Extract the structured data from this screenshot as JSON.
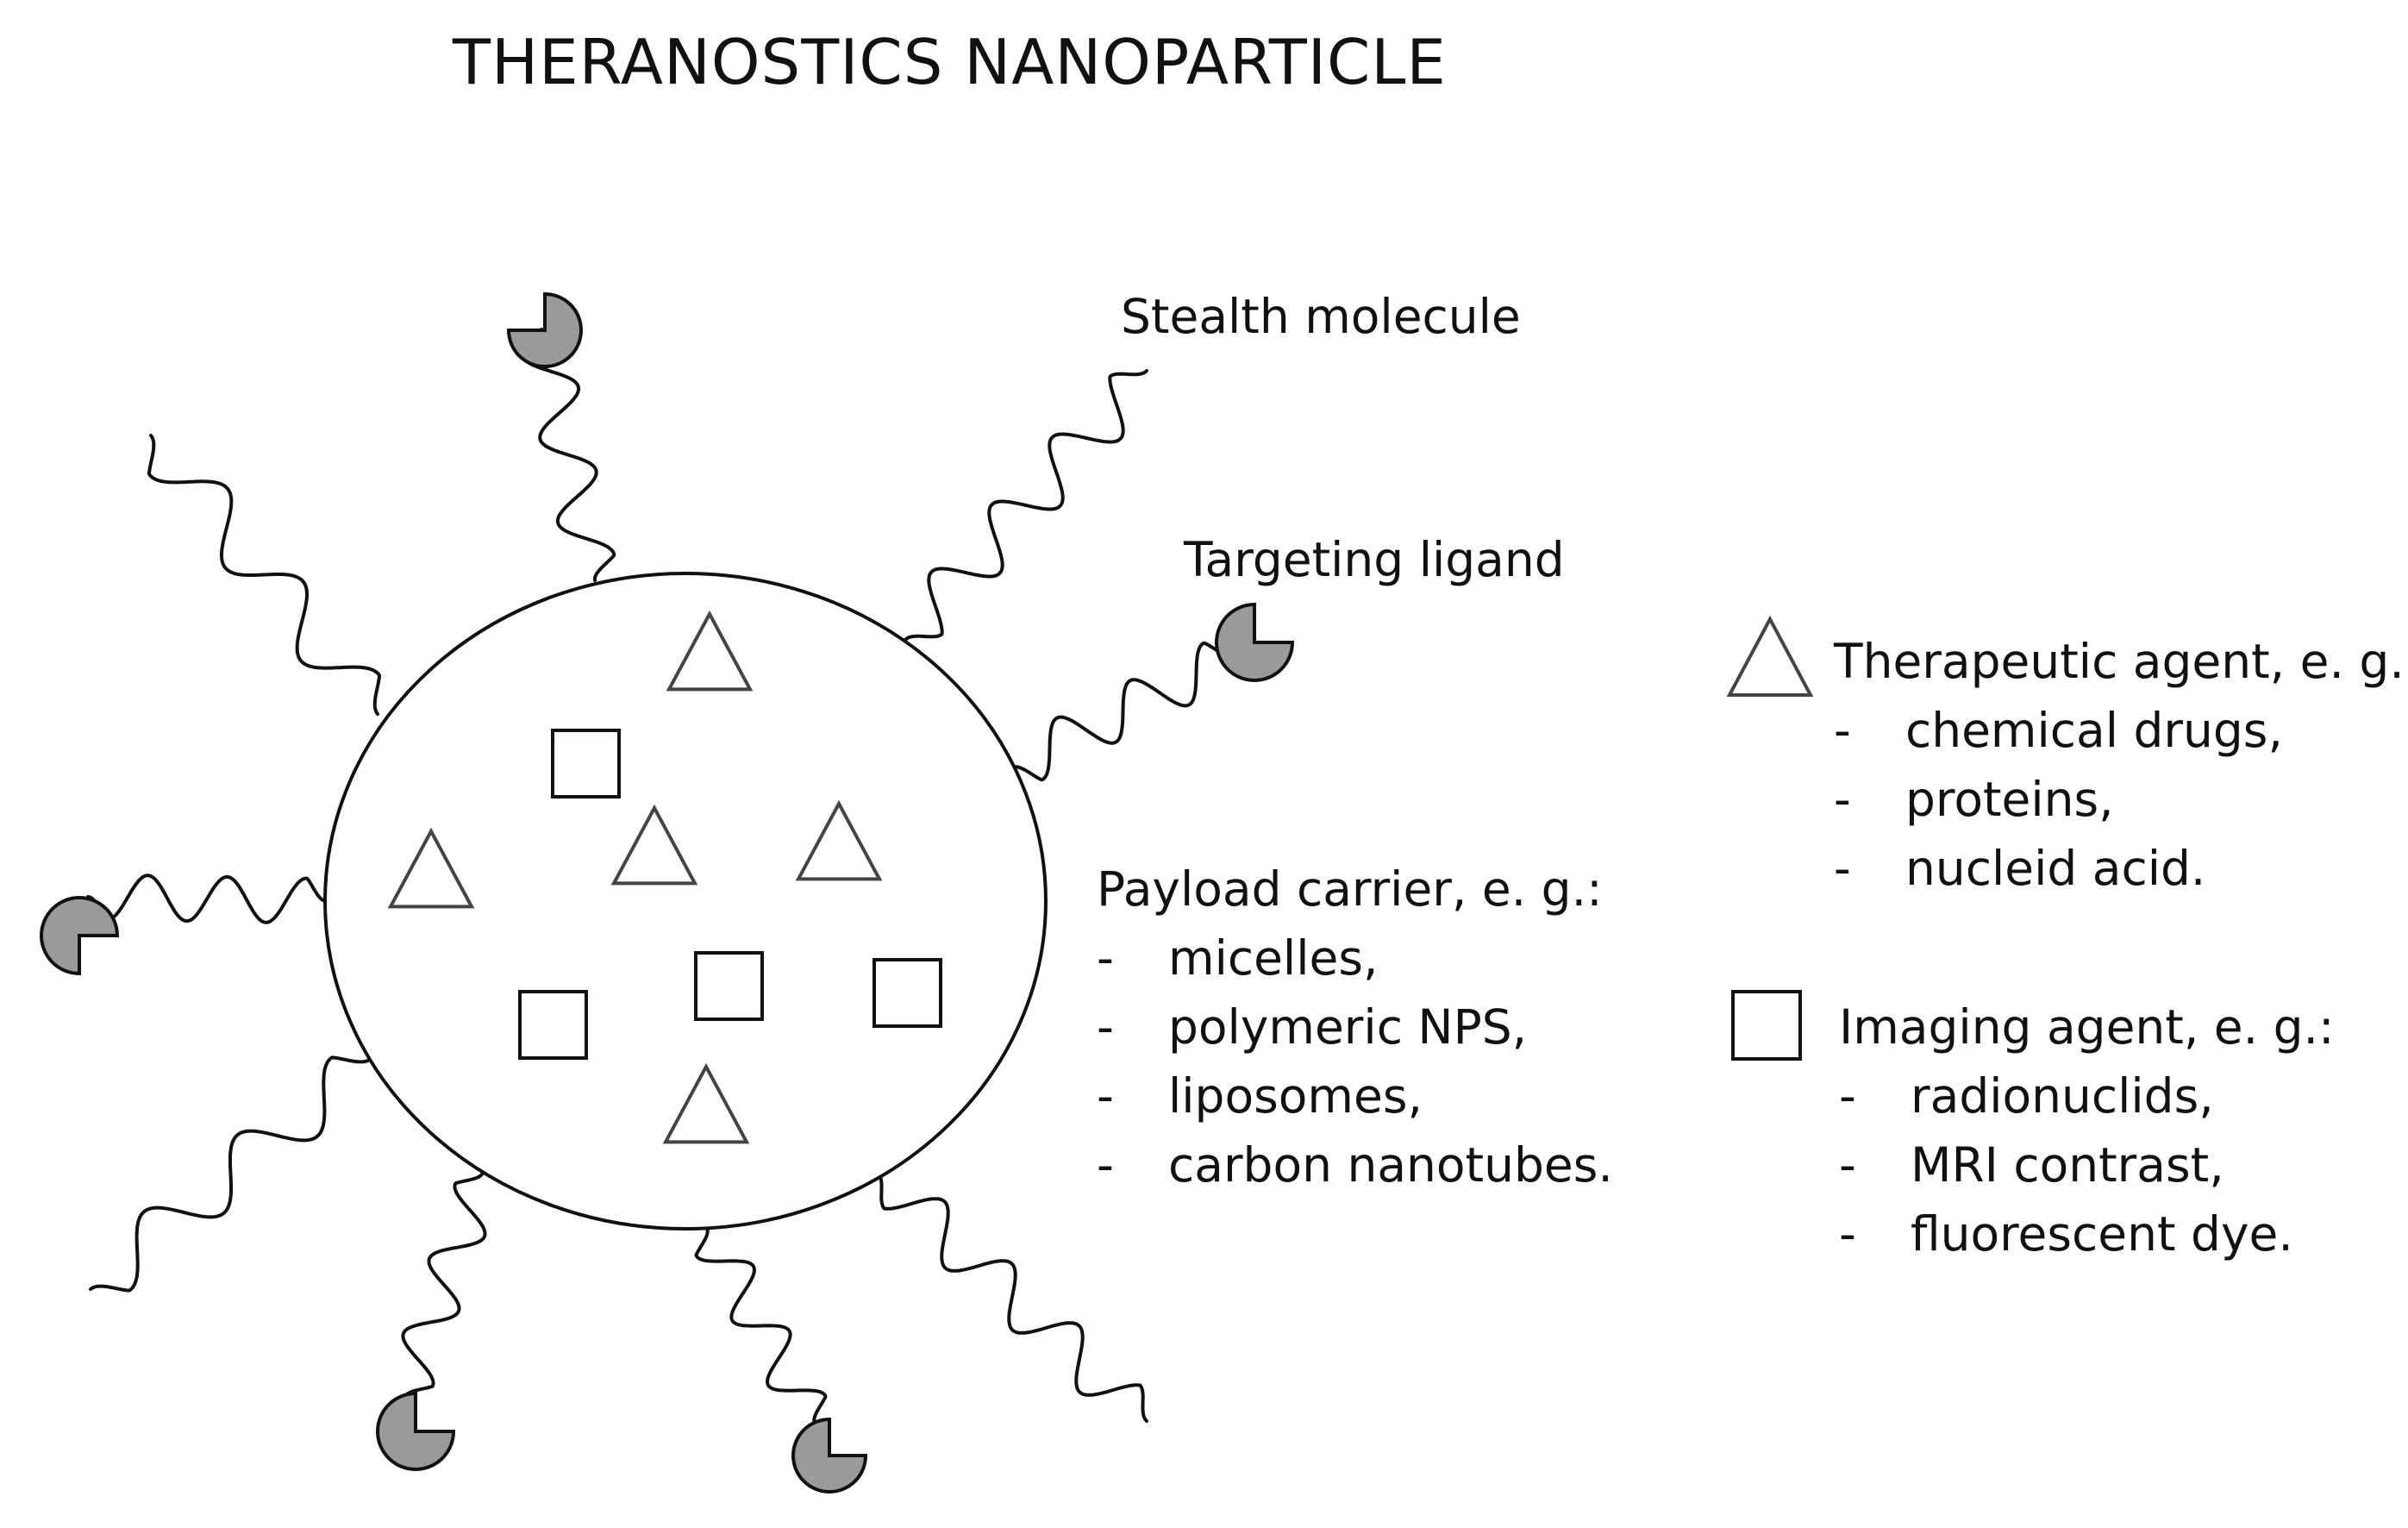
{
  "title": "THERANOSTICS  NANOPARTICLE",
  "labels": {
    "stealth_molecule": "Stealth molecule",
    "targeting_ligand": "Targeting ligand"
  },
  "payload_carrier": {
    "heading": "Payload carrier, e. g.:",
    "items": [
      "micelles,",
      "polymeric NPS,",
      "liposomes,",
      "carbon nanotubes."
    ]
  },
  "therapeutic_agent": {
    "heading": "Therapeutic agent, e. g.:",
    "items": [
      "chemical drugs,",
      "proteins,",
      "nucleid acid."
    ]
  },
  "imaging_agent": {
    "heading": "Imaging agent, e. g.:",
    "items": [
      "radionuclids,",
      "MRI contrast,",
      "fluorescent dye."
    ]
  },
  "list_bullet": "-",
  "colors": {
    "line": "#111111",
    "symbol_stroke": "#444444",
    "ligand_fill": "#9a9a9a"
  }
}
